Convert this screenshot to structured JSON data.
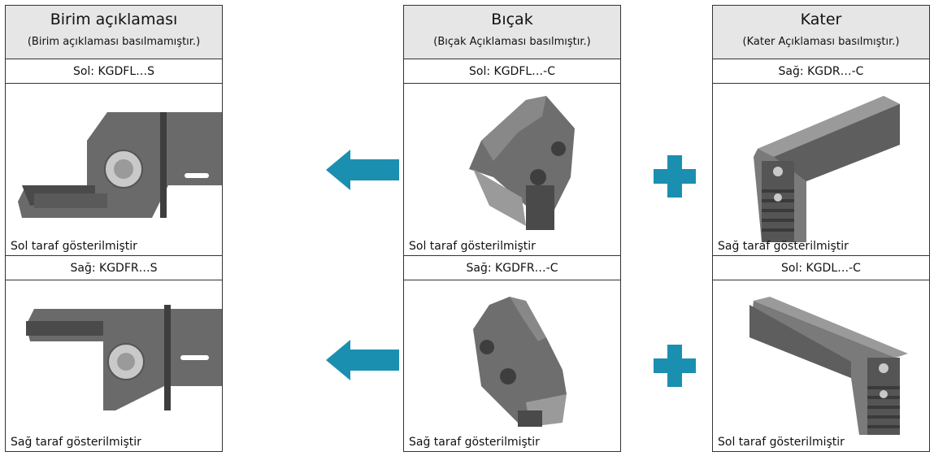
{
  "columns": [
    {
      "title": "Birim açıklaması",
      "subtitle": "(Birim açıklaması basılmamıştır.)",
      "row1_code": "Sol: KGDFL…S",
      "row1_caption": "Sol taraf gösterilmiştir",
      "row1_image": "unit-left-image",
      "row2_code": "Sağ: KGDFR…S",
      "row2_caption": "Sağ taraf gösterilmiştir",
      "row2_image": "unit-right-image"
    },
    {
      "title": "Bıçak",
      "subtitle": "(Bıçak Açıklaması basılmıştır.)",
      "row1_code": "Sol: KGDFL…-C",
      "row1_caption": "Sol taraf gösterilmiştir",
      "row1_image": "blade-left-image",
      "row2_code": "Sağ: KGDFR…-C",
      "row2_caption": "Sağ taraf gösterilmiştir",
      "row2_image": "blade-right-image"
    },
    {
      "title": "Kater",
      "subtitle": "(Kater Açıklaması basılmıştır.)",
      "row1_code": "Sağ: KGDR…-C",
      "row1_caption": "Sağ taraf gösterilmiştir",
      "row1_image": "holder-right-image",
      "row2_code": "Sol: KGDL…-C",
      "row2_caption": "Sol taraf gösterilmiştir",
      "row2_image": "holder-left-image"
    }
  ],
  "icons": {
    "arrow": "arrow-left-icon",
    "plus": "plus-icon"
  },
  "colors": {
    "accent": "#1a8fb0",
    "header_bg": "#e6e6e6",
    "metal_dark": "#5a5a5a",
    "metal_mid": "#7a7a7a",
    "metal_light": "#a8a8a8"
  }
}
